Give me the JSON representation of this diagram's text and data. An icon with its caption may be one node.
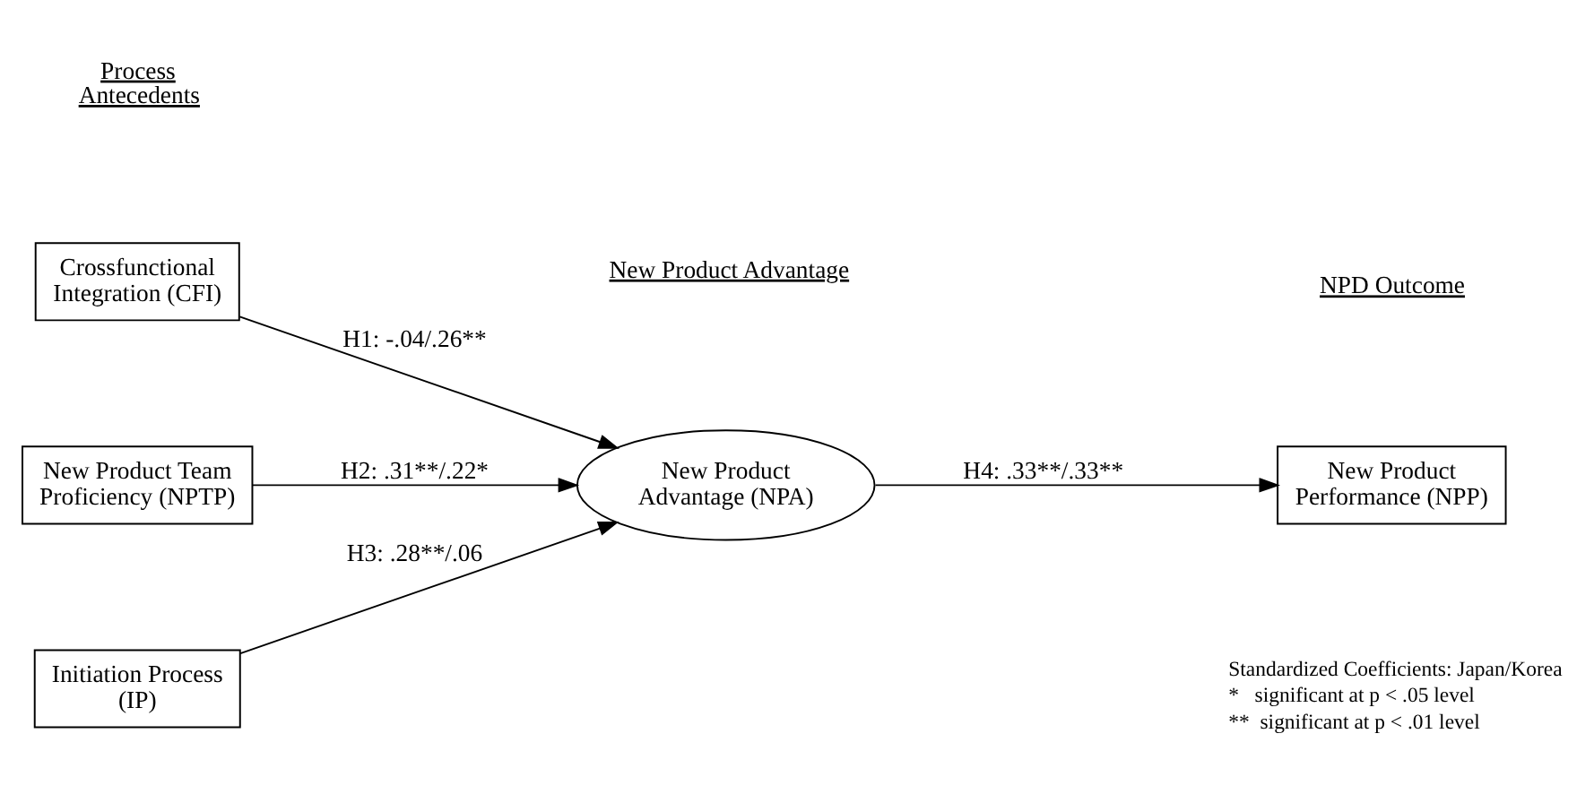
{
  "diagram": {
    "nodes": [
      {
        "text": [
          "Crossfunctional Integration (CFI)"
        ]
      },
      {
        "text": [
          "New Product Team Proficiency (NPTP)"
        ]
      },
      {
        "text": [
          "Initiation Process (IP)"
        ]
      },
      {
        "text": [
          "New Product Advantage (NPA)"
        ]
      },
      {
        "text": [
          "New Product Performance (NPP)"
        ]
      }
    ],
    "edges": [
      {
        "from": 0,
        "to": 3,
        "arrow": "to",
        "label": "H1: -.04/.26**"
      },
      {
        "from": 1,
        "to": 3,
        "arrow": "to",
        "label": "H2: .31**/.22*"
      },
      {
        "from": 2,
        "to": 3,
        "arrow": "to",
        "label": "H3: .28**/.06"
      },
      {
        "from": 3,
        "to": 4,
        "arrow": "to",
        "label": "H4: .33**/.33**"
      }
    ],
    "labels": [
      "Process Antecedents",
      "New Product Advantage",
      "NPD Outcome",
      "Standardized Coefficients: Japan/Korea",
      "*   significant at p < .05 level",
      "**  significant at p < .01 level"
    ]
  }
}
